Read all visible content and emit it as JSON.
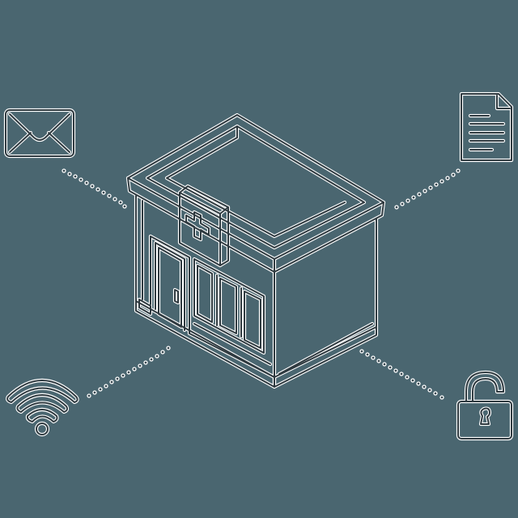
{
  "title": "Pharmacy connectivity illustration",
  "colors": {
    "background": "#4a6670",
    "line": "#2f3a40",
    "halo": "#ffffff"
  },
  "center": {
    "label": "Pharmacy building",
    "icon": "pharmacy-building-icon",
    "sign": "medical-cross"
  },
  "satellites": [
    {
      "position": "top-left",
      "icon": "envelope-icon",
      "label": "Email"
    },
    {
      "position": "top-right",
      "icon": "document-icon",
      "label": "Document"
    },
    {
      "position": "bottom-left",
      "icon": "wifi-icon",
      "label": "Wi-Fi"
    },
    {
      "position": "bottom-right",
      "icon": "unlocked-padlock-icon",
      "label": "Unlocked"
    }
  ],
  "connectors": {
    "style": "dotted",
    "count": 4
  }
}
